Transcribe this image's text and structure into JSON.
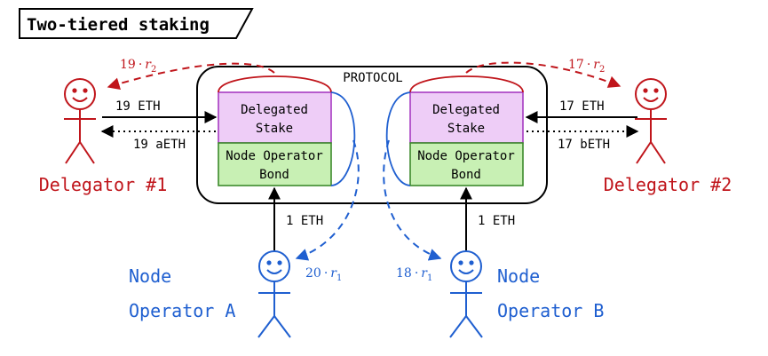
{
  "title": "Two-tiered staking",
  "protocol_label": "PROTOCOL",
  "colors": {
    "red": "#c0151b",
    "blue": "#1f5fd0",
    "stake_fill": "#eecdf7",
    "stake_stroke": "#a73bc2",
    "bond_fill": "#c8f0b4",
    "bond_stroke": "#3d8a2c",
    "black": "#000000"
  },
  "left": {
    "delegator_label": "Delegator #1",
    "deposit_label": "19 ETH",
    "receipt_label": "19 aETH",
    "reward_coef": "19",
    "stake_line1": "Delegated",
    "stake_line2": "Stake",
    "bond_line1": "Node Operator",
    "bond_line2": "Bond",
    "operator_line1": "Node",
    "operator_line2": "Operator A",
    "bond_amount": "1 ETH",
    "operator_reward_coef": "20"
  },
  "right": {
    "delegator_label": "Delegator #2",
    "deposit_label": "17 ETH",
    "receipt_label": "17 bETH",
    "reward_coef": "17",
    "stake_line1": "Delegated",
    "stake_line2": "Stake",
    "bond_line1": "Node Operator",
    "bond_line2": "Bond",
    "operator_line1": "Node",
    "operator_line2": "Operator B",
    "bond_amount": "1 ETH",
    "operator_reward_coef": "18"
  },
  "reward_symbols": {
    "multiply": "·",
    "delegator_rate": "r",
    "delegator_rate_sub": "2",
    "operator_rate": "r",
    "operator_rate_sub": "1"
  }
}
